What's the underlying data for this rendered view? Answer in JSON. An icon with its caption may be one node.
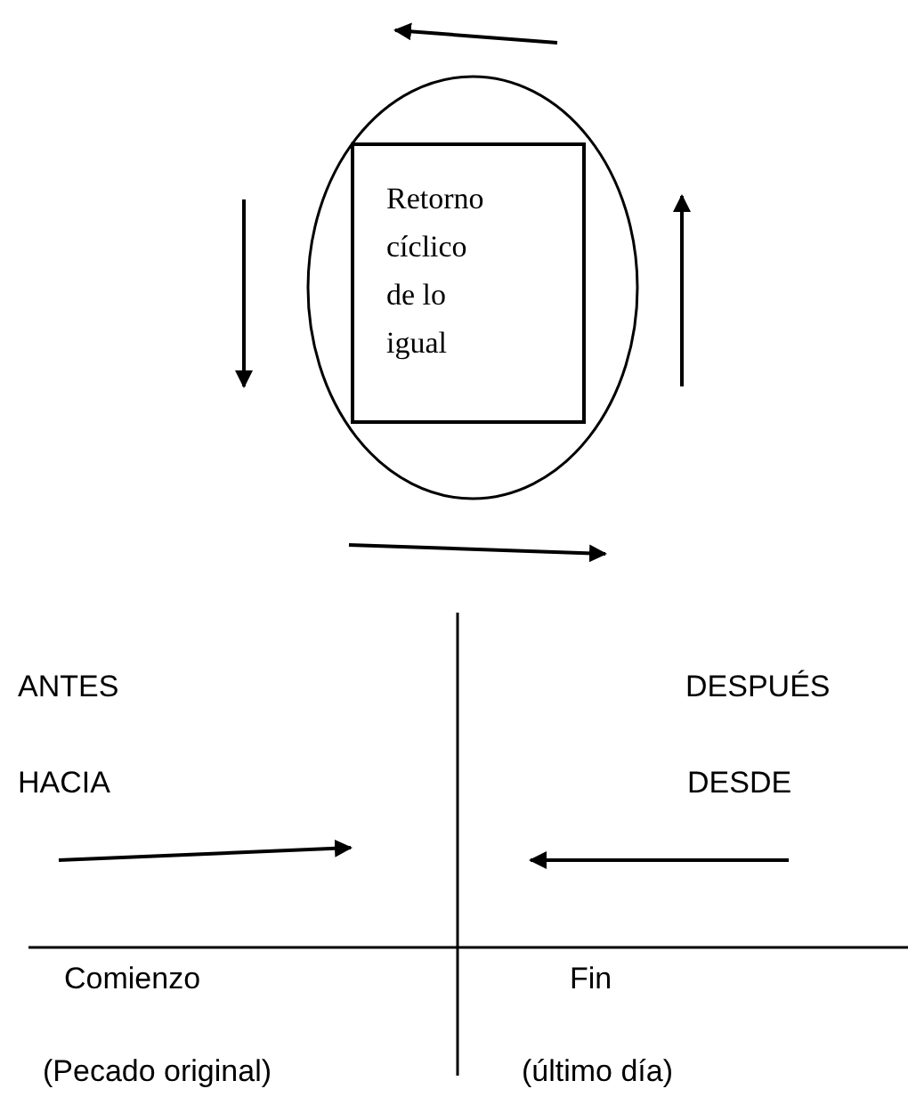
{
  "diagram": {
    "nodes": [
      {
        "text": [],
        "shape": "circle"
      },
      {
        "text": [
          "Retorno cíclico de lo igual"
        ],
        "in": 0
      }
    ],
    "labels": [
      "ANTES",
      "DESPUÉS",
      "HACIA",
      "DESDE",
      "Comienzo",
      "Fin",
      "(Pecado original)",
      "(último día)"
    ]
  }
}
